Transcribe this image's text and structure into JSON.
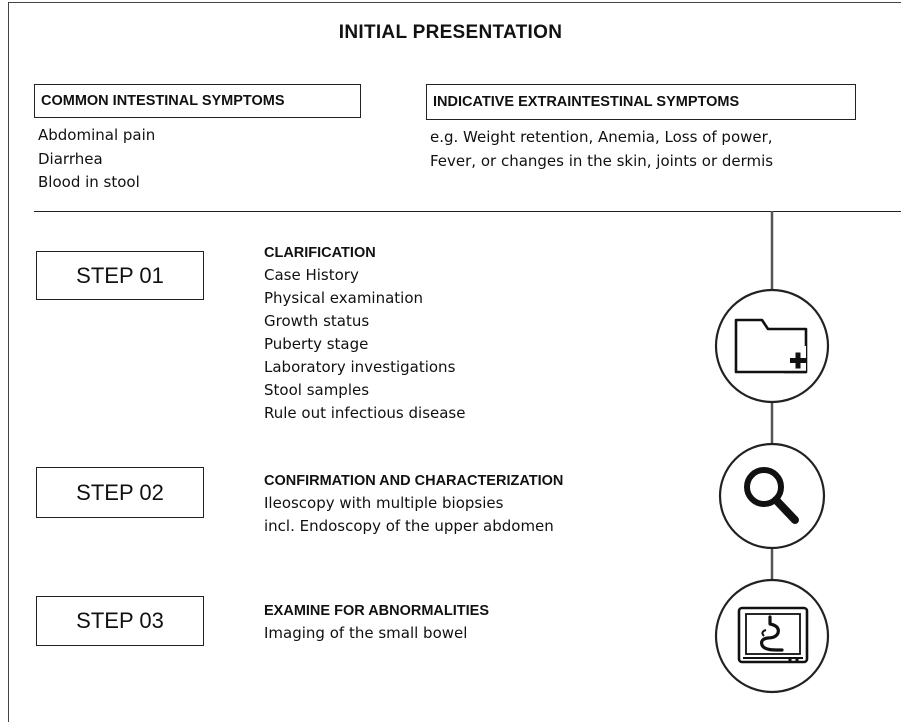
{
  "title": "INITIAL PRESENTATION",
  "common": {
    "heading": "COMMON INTESTINAL SYMPTOMS",
    "items": [
      "Abdominal pain",
      "Diarrhea",
      "Blood in stool"
    ]
  },
  "extra": {
    "heading": "INDICATIVE EXTRAINTESTINAL SYMPTOMS",
    "lines": [
      "e.g. Weight retention, Anemia, Loss of power,",
      "Fever, or changes in the skin, joints or dermis"
    ]
  },
  "steps": [
    {
      "label": "STEP 01",
      "title": "CLARIFICATION",
      "items": [
        "Case History",
        "Physical examination",
        "Growth status",
        "Puberty stage",
        "Laboratory investigations",
        "Stool samples",
        "Rule out infectious disease"
      ],
      "icon": "medical-folder-icon"
    },
    {
      "label": "STEP 02",
      "title": "CONFIRMATION AND CHARACTERIZATION",
      "items": [
        "Ileoscopy with multiple biopsies",
        "incl. Endoscopy of the upper abdomen"
      ],
      "icon": "magnifier-icon"
    },
    {
      "label": "STEP 03",
      "title": "EXAMINE FOR ABNORMALITIES",
      "items": [
        "Imaging of the small bowel"
      ],
      "icon": "imaging-monitor-icon"
    }
  ]
}
